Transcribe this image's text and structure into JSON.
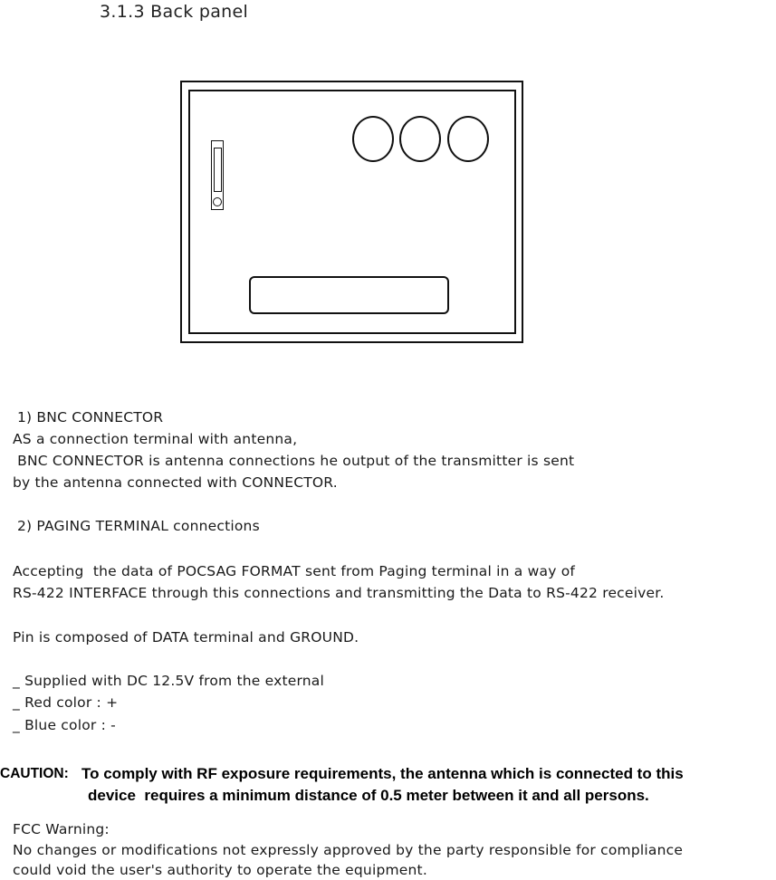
{
  "section_title": "3.1.3 Back panel",
  "diagram": {
    "label": "Back panel drawing",
    "components": [
      "power-switch",
      "bnc-connector-1",
      "bnc-connector-2",
      "bnc-connector-3",
      "paging-terminal-block"
    ]
  },
  "bnc": {
    "heading": "1) BNC CONNECTOR",
    "lines": [
      "AS a connection terminal with antenna,",
      " BNC CONNECTOR is antenna connections he output of the transmitter is sent",
      "by the antenna connected with CONNECTOR."
    ]
  },
  "paging": {
    "heading": "2) PAGING TERMINAL connections",
    "lines": [
      "Accepting  the data of POCSAG FORMAT sent from Paging terminal in a way of",
      "RS-422 INTERFACE through this connections and transmitting the Data to RS-422 receiver."
    ],
    "pin_note": "Pin is composed of DATA terminal and GROUND.",
    "power_lines": [
      "_ Supplied with DC 12.5V from the external",
      "_ Red color : +",
      "_ Blue color : -"
    ]
  },
  "caution": {
    "label": "CAUTION:",
    "line1": "To comply with RF exposure requirements, the antenna which is connected to this",
    "line2": "device  requires a minimum distance of 0.5 meter between it and all persons."
  },
  "fcc": {
    "heading": "FCC Warning:",
    "lines": [
      "No changes or modifications not expressly approved by the party responsible for compliance",
      "could void the user's authority to operate the equipment."
    ]
  }
}
